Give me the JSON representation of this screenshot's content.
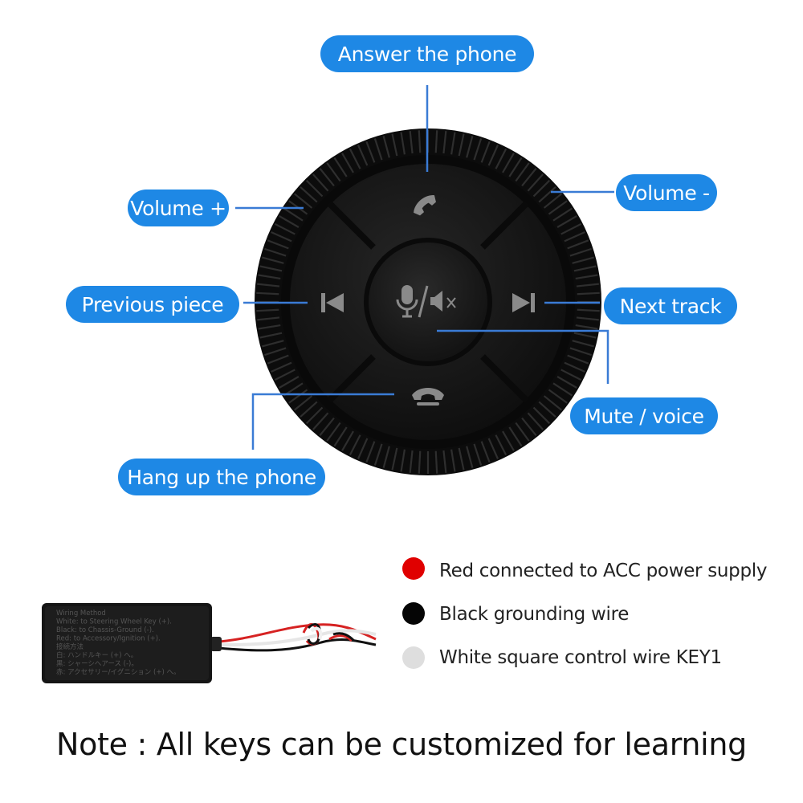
{
  "labels": {
    "answer": "Answer the phone",
    "volume_plus": "Volume +",
    "volume_minus": "Volume -",
    "previous": "Previous piece",
    "next": "Next track",
    "mute": "Mute / voice",
    "hangup": "Hang up the  phone"
  },
  "legend": [
    {
      "color": "#e00000",
      "text": "Red connected to ACC power supply"
    },
    {
      "color": "#050505",
      "text": "Black grounding wire"
    },
    {
      "color": "#dedede",
      "text": "White square control wire KEY1"
    }
  ],
  "module_text": [
    "Wiring Method",
    "White: to Steering Wheel Key (+).",
    "Black: to Chassis-Ground (-).",
    "Red: to Accessory/Ignition (+).",
    "接続方法",
    "白: ハンドルキー (+) へ。",
    "黒: シャーシへアース (-)。",
    "赤: アクセサリー/イグニション (+) へ。"
  ],
  "note": "Note : All keys can be customized for learning",
  "colors": {
    "accent": "#1e88e5",
    "leader": "#3a7bd5",
    "knob": "#151515",
    "icon": "#8a8a8a"
  }
}
